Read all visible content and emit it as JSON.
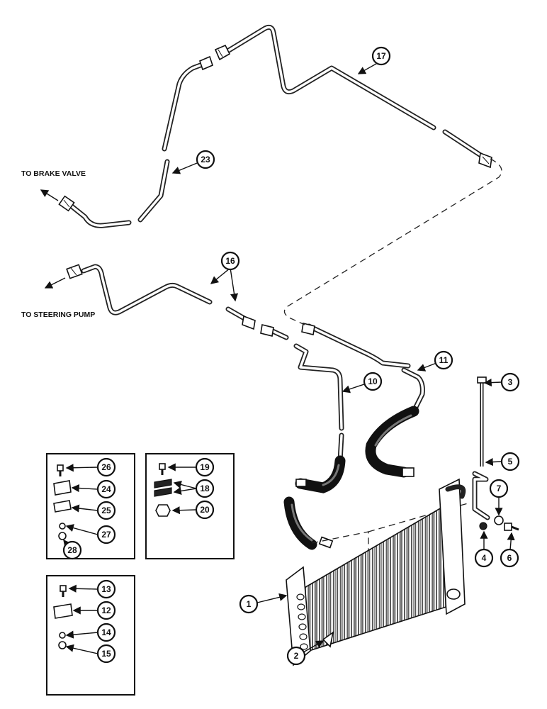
{
  "labels": {
    "brake_valve": "TO BRAKE VALVE",
    "steering_pump": "TO STEERING PUMP"
  },
  "callouts": {
    "c1": "1",
    "c2": "2",
    "c3": "3",
    "c4": "4",
    "c5": "5",
    "c6": "6",
    "c7": "7",
    "c10": "10",
    "c11": "11",
    "c12": "12",
    "c13": "13",
    "c14": "14",
    "c15": "15",
    "c16": "16",
    "c17": "17",
    "c18": "18",
    "c19": "19",
    "c20": "20",
    "c23": "23",
    "c24": "24",
    "c25": "25",
    "c26": "26",
    "c27": "27",
    "c28": "28"
  }
}
